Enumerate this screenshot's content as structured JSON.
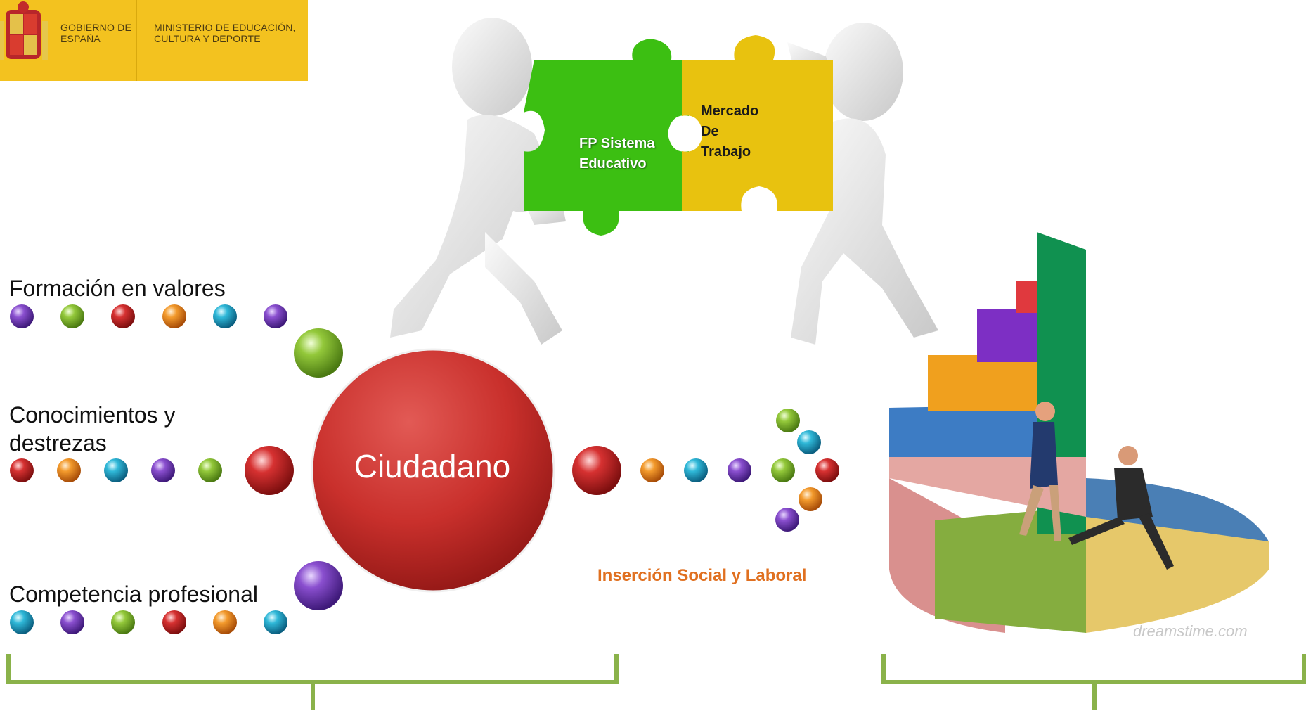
{
  "header": {
    "gobierno": "GOBIERNO DE ESPAÑA",
    "ministerio": "MINISTERIO DE EDUCACIÓN, CULTURA Y DEPORTE"
  },
  "left_labels": {
    "valores": "Formación en valores",
    "conocimientos": "Conocimientos y destrezas",
    "competencia": "Competencia profesional"
  },
  "center": {
    "ciudadano": "Ciudadano"
  },
  "puzzle": {
    "left": "FP Sistema Educativo",
    "right": "Mercado De Trabajo"
  },
  "insercion": "Inserción Social y Laboral",
  "watermark": "dreamstime.com",
  "colors": {
    "banner": "#f3c21f",
    "ciudadano": "#c9302c",
    "brace": "#8ab24a",
    "puzzle_green": "#3cbf12",
    "puzzle_yellow": "#e8c20f",
    "insercion": "#e07020"
  }
}
